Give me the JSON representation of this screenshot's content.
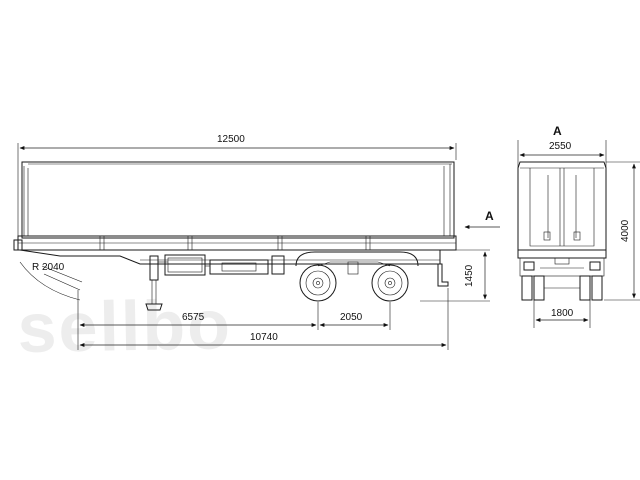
{
  "watermark": "sellbo",
  "dimensions": {
    "overall_length": "12500",
    "front_radius": "R 2040",
    "kingpin_to_axles": "6575",
    "axle_spacing": "2050",
    "frame_length": "10740",
    "frame_height": "1450",
    "overall_width": "2550",
    "overall_height": "4000",
    "track_width": "1800"
  },
  "view_labels": {
    "side_arrow": "A",
    "rear_view": "A"
  }
}
